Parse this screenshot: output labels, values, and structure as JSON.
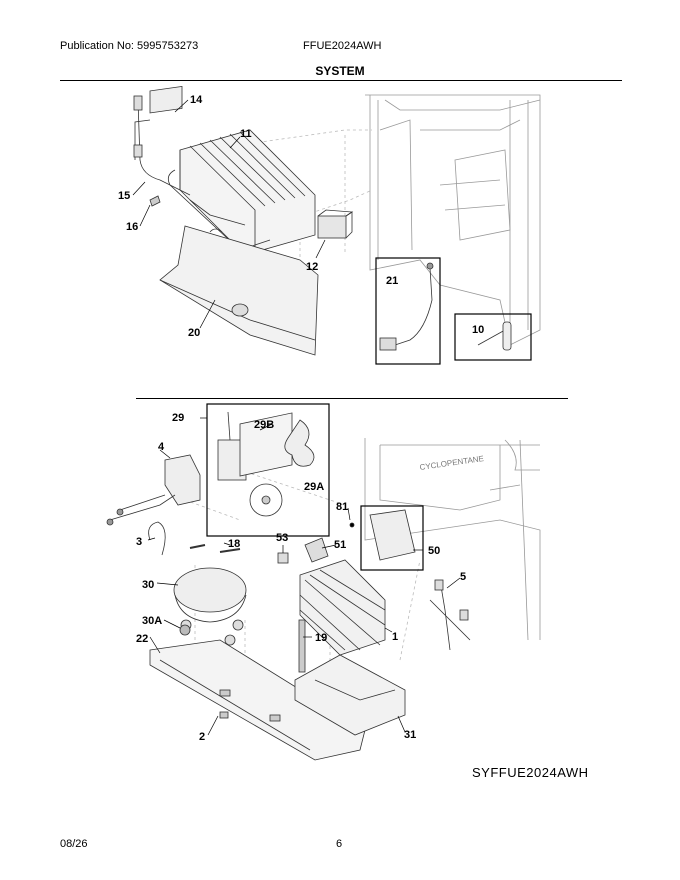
{
  "header": {
    "publication": "Publication No: 5995753273",
    "model": "FFUE2024AWH",
    "section_title": "SYSTEM"
  },
  "callouts": {
    "c14": "14",
    "c11": "11",
    "c15": "15",
    "c16": "16",
    "c12": "12",
    "c20": "20",
    "c21": "21",
    "c10": "10",
    "c29": "29",
    "c29b": "29B",
    "c29a": "29A",
    "c4": "4",
    "c3": "3",
    "c18": "18",
    "c81": "81",
    "c53": "53",
    "c51": "51",
    "c50": "50",
    "c5": "5",
    "c30": "30",
    "c30a": "30A",
    "c22": "22",
    "c19": "19",
    "c1": "1",
    "c2": "2",
    "c31": "31"
  },
  "labels": {
    "cyclopentane": "CYCLOPENTANE"
  },
  "footer": {
    "diagram_ref": "SYFFUE2024AWH",
    "date": "08/26",
    "page": "6"
  }
}
